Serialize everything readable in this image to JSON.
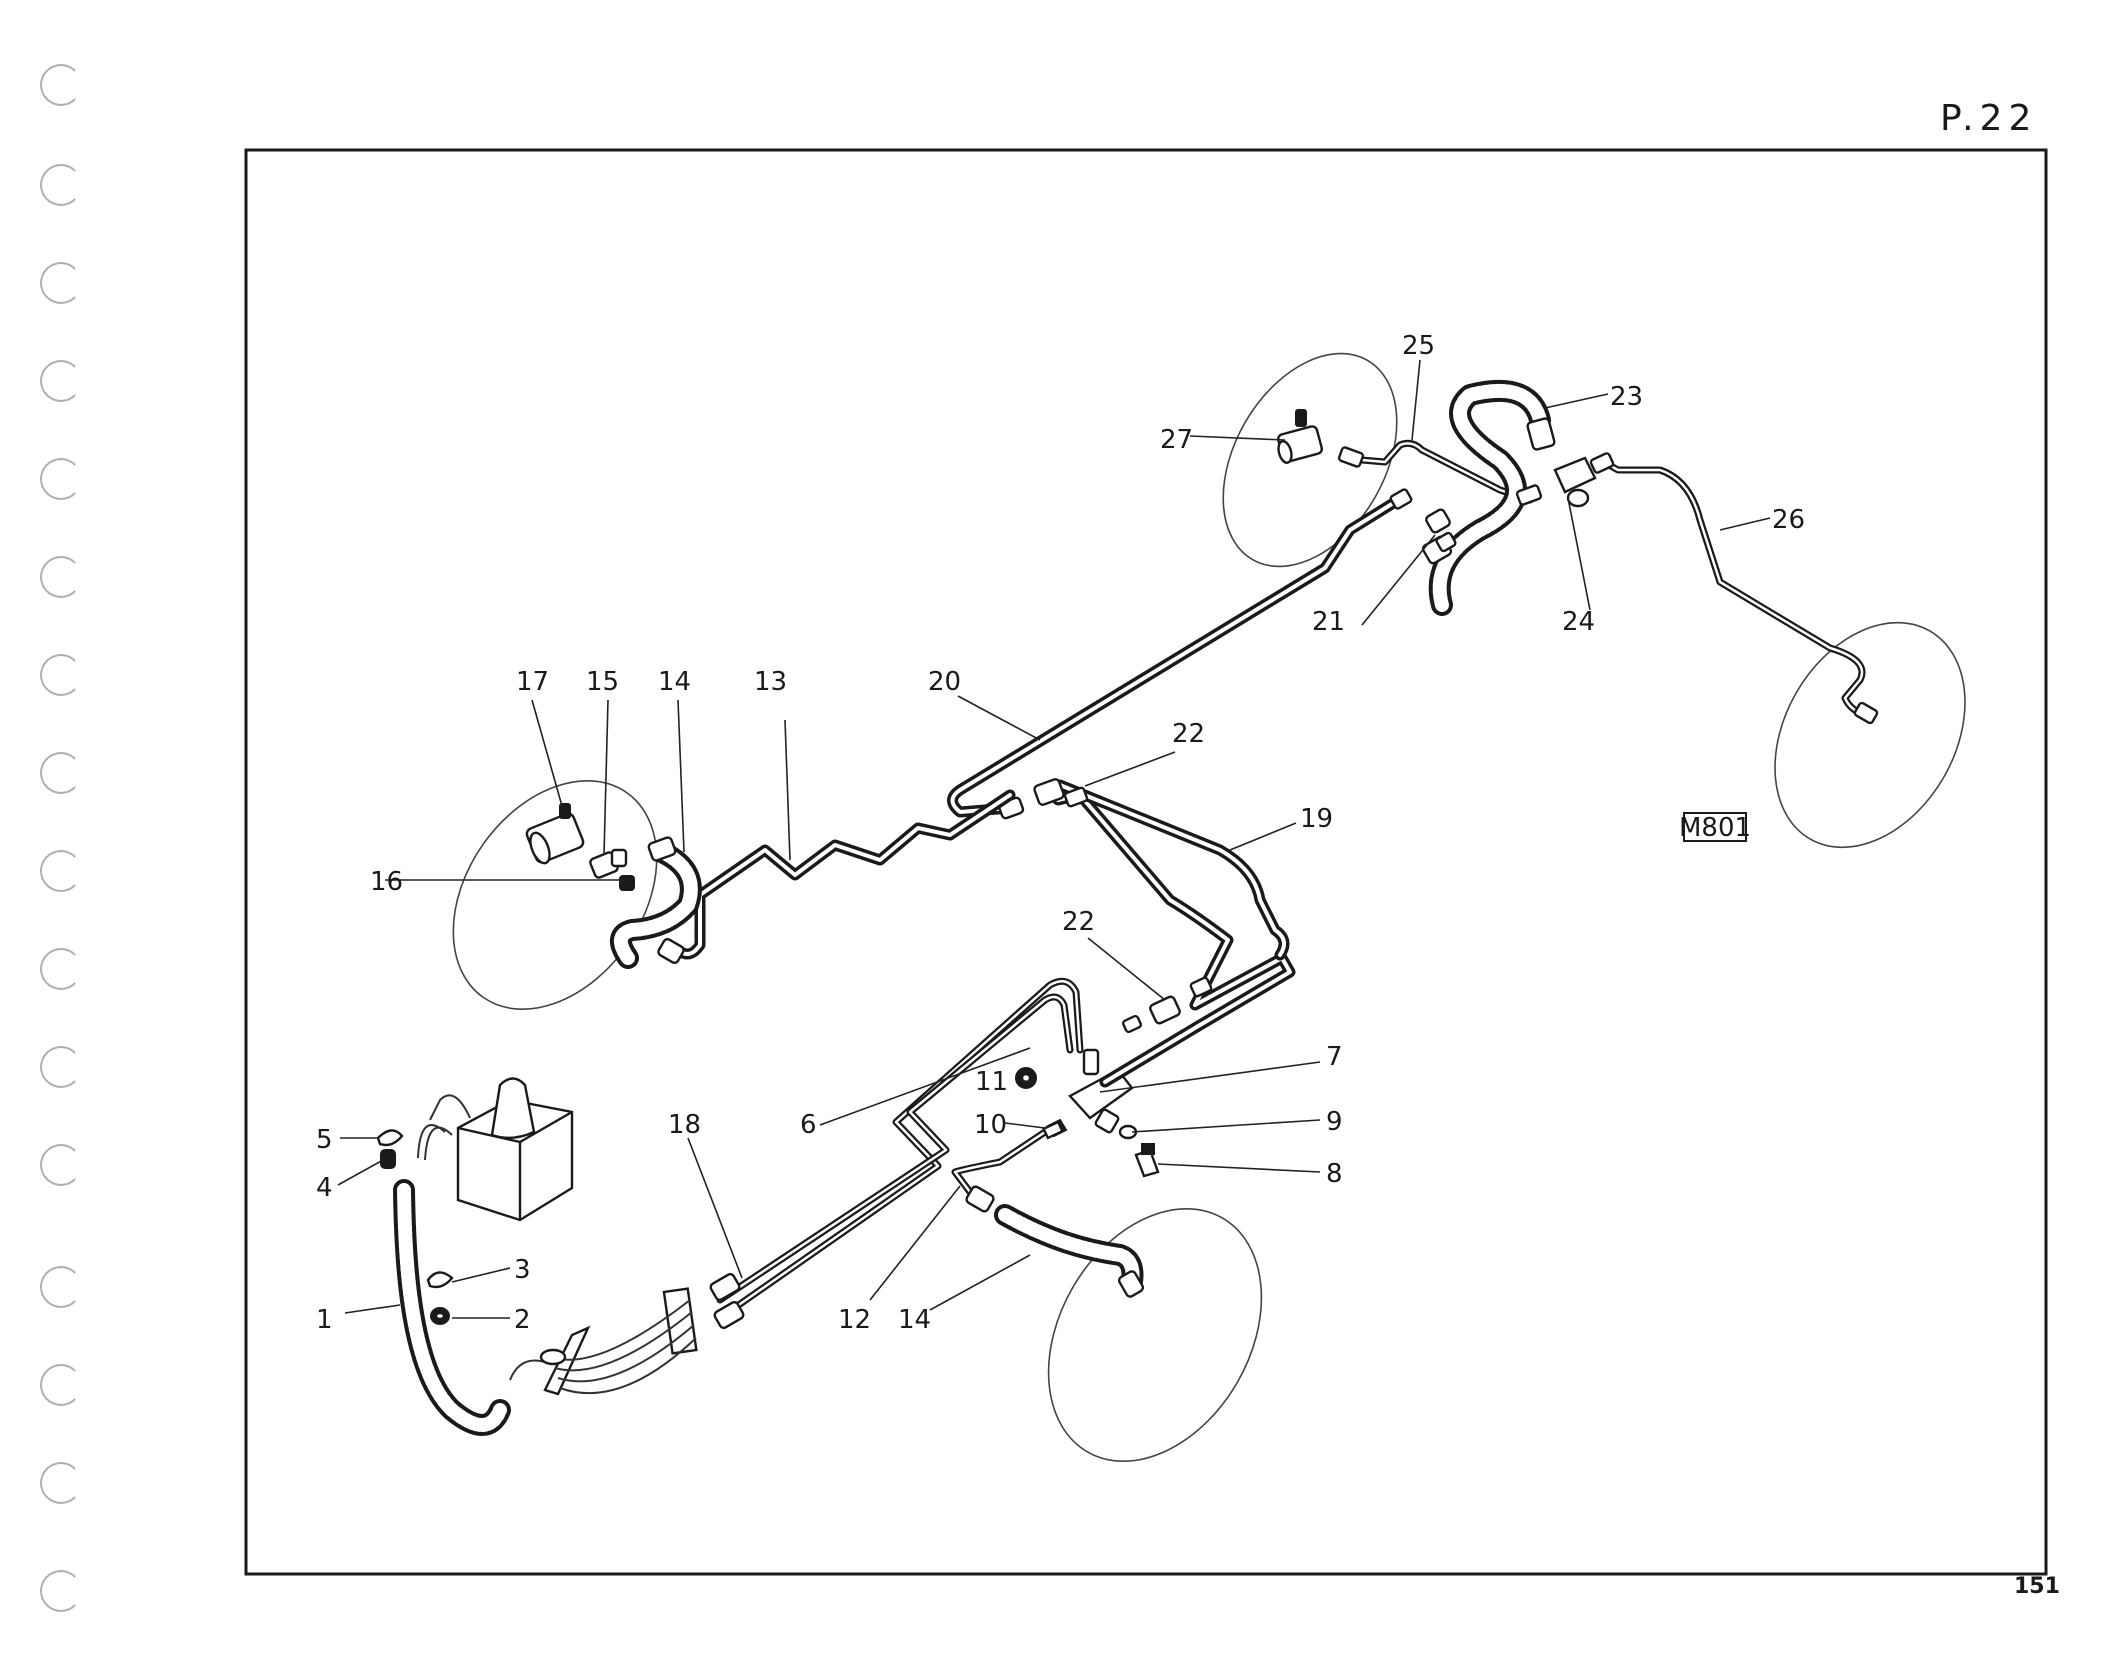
{
  "page_ref": "P.22",
  "page_number": "151",
  "diagram_code": "M801",
  "callouts": {
    "c1": "1",
    "c2": "2",
    "c3": "3",
    "c4": "4",
    "c5": "5",
    "c6": "6",
    "c7": "7",
    "c8": "8",
    "c9": "9",
    "c10": "10",
    "c11": "11",
    "c12": "12",
    "c13": "13",
    "c14a": "14",
    "c14b": "14",
    "c15": "15",
    "c16": "16",
    "c17": "17",
    "c18": "18",
    "c19": "19",
    "c20": "20",
    "c21": "21",
    "c22a": "22",
    "c22b": "22",
    "c23": "23",
    "c24": "24",
    "c25": "25",
    "c26": "26",
    "c27": "27"
  }
}
